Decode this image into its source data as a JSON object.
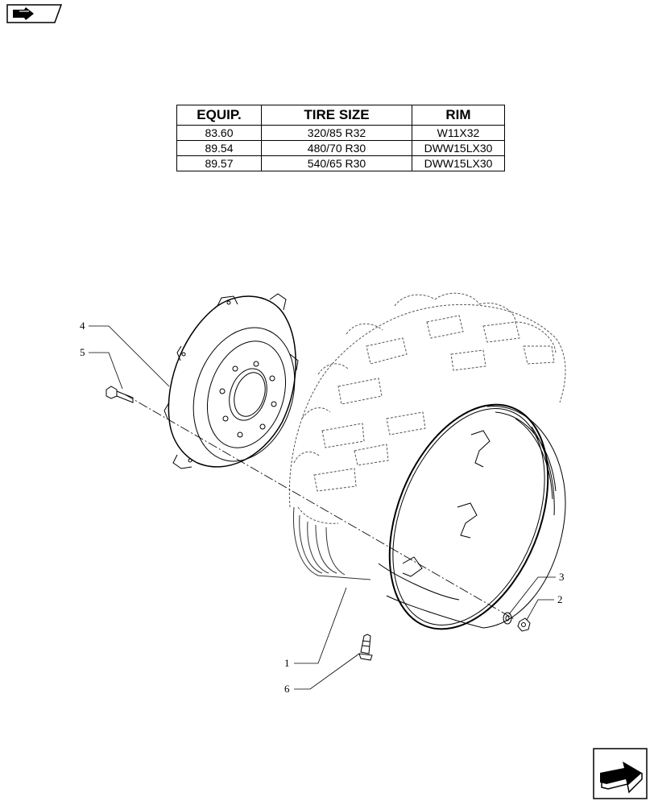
{
  "table": {
    "headers": [
      "EQUIP.",
      "TIRE SIZE",
      "RIM"
    ],
    "rows": [
      [
        "83.60",
        "320/85 R32",
        "W11X32"
      ],
      [
        "89.54",
        "480/70 R30",
        "DWW15LX30"
      ],
      [
        "89.57",
        "540/65 R30",
        "DWW15LX30"
      ]
    ]
  },
  "callouts": [
    "1",
    "2",
    "3",
    "4",
    "5",
    "6"
  ],
  "icons": {
    "top_nav": "back-arrow-icon",
    "bottom_nav": "forward-arrow-icon"
  }
}
